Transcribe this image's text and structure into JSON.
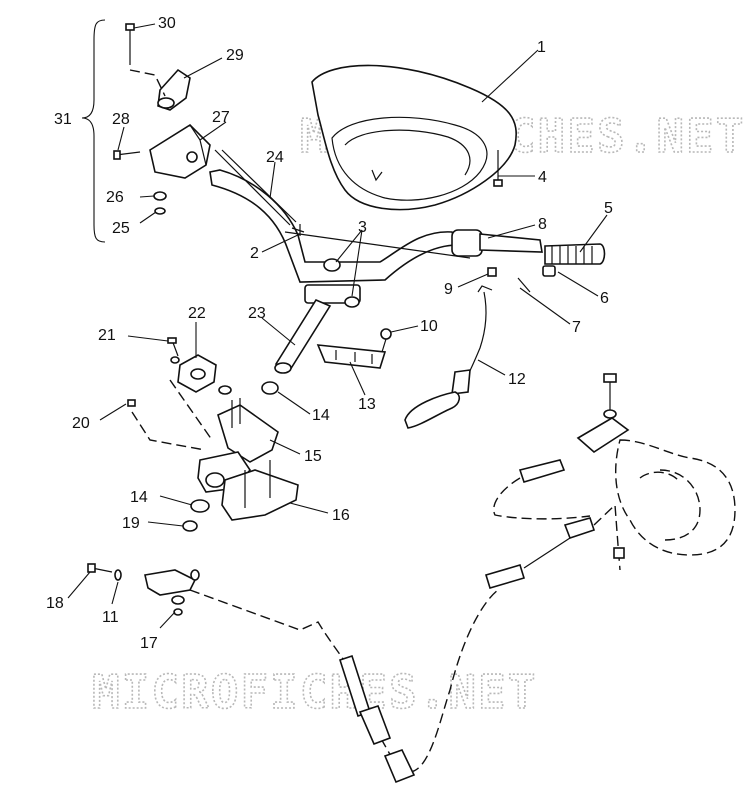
{
  "watermarks": [
    "MICROFICHES.NET",
    "MICROFICHES.NET"
  ],
  "callouts": [
    "1",
    "2",
    "3",
    "4",
    "5",
    "6",
    "7",
    "8",
    "9",
    "10",
    "11",
    "12",
    "13",
    "14",
    "14",
    "15",
    "16",
    "17",
    "18",
    "19",
    "20",
    "21",
    "22",
    "23",
    "24",
    "25",
    "26",
    "27",
    "28",
    "29",
    "30",
    "31"
  ]
}
